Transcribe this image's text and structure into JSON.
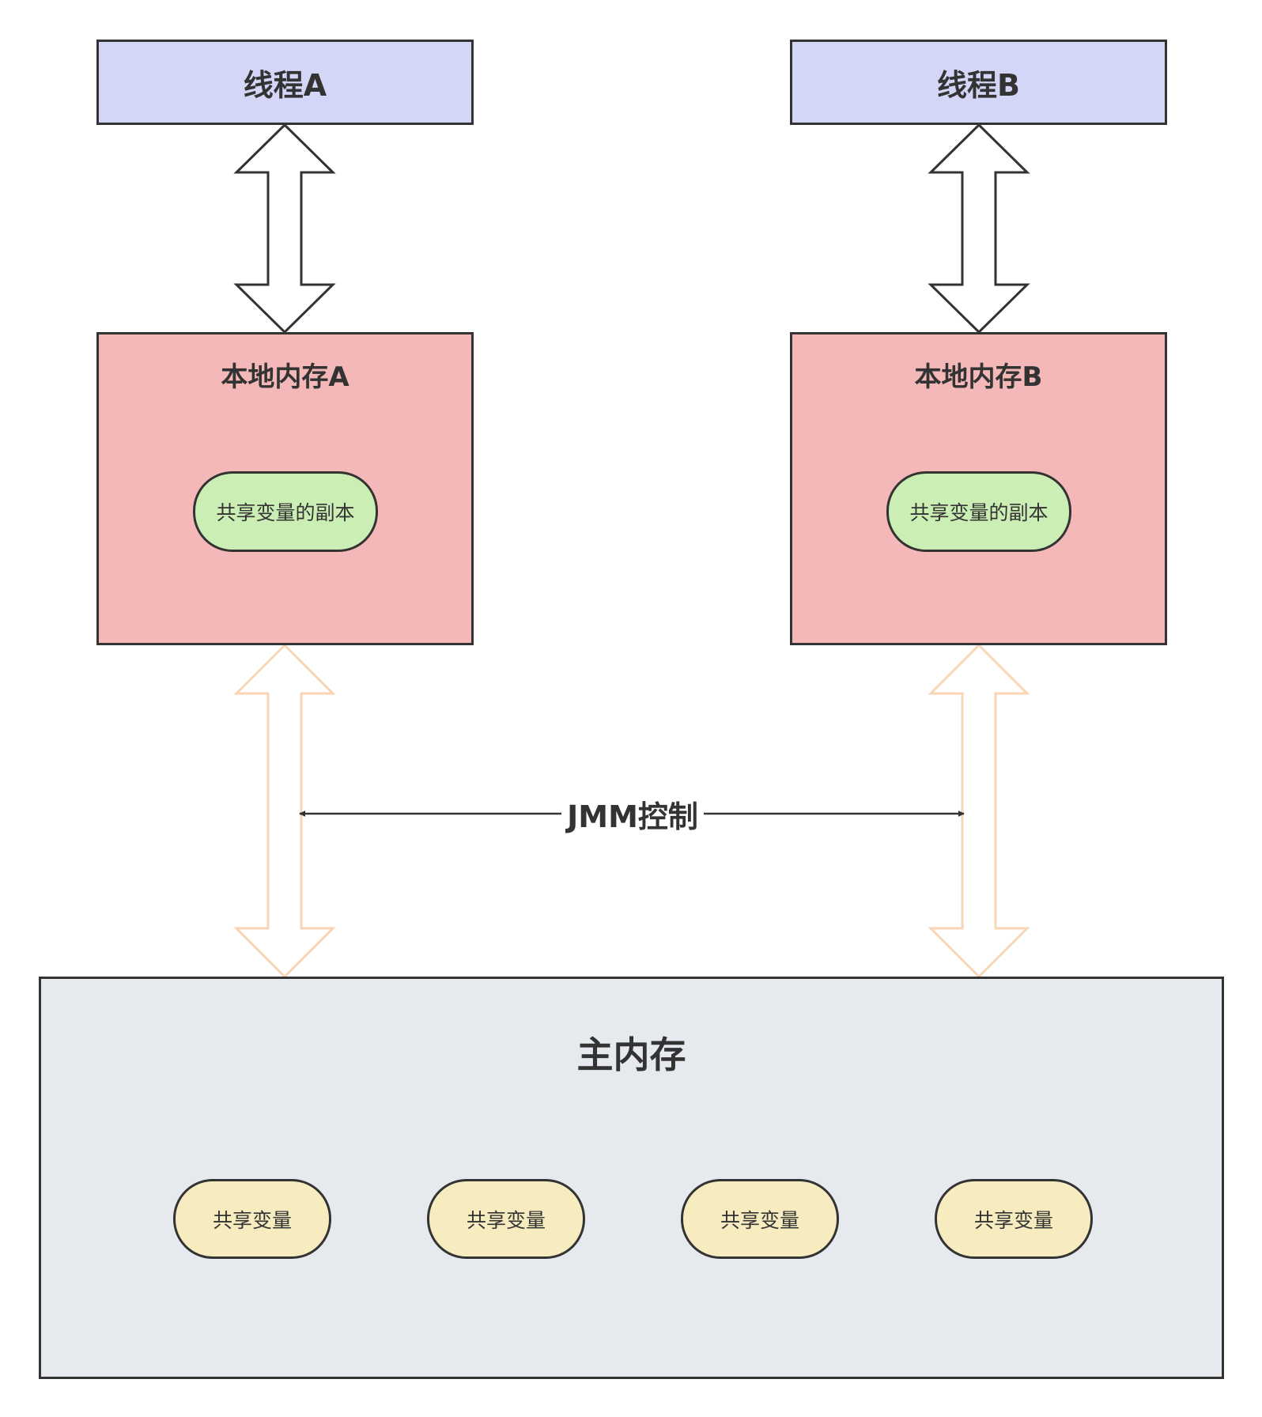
{
  "thread_a": {
    "label": "线程A"
  },
  "thread_b": {
    "label": "线程B"
  },
  "local_a": {
    "title": "本地内存A",
    "copy_label": "共享变量的副本"
  },
  "local_b": {
    "title": "本地内存B",
    "copy_label": "共享变量的副本"
  },
  "jmm": {
    "label": "JMM控制"
  },
  "main_memory": {
    "title": "主内存",
    "variables": [
      "共享变量",
      "共享变量",
      "共享变量",
      "共享变量"
    ]
  },
  "colors": {
    "thread_fill": "#d3d6f7",
    "local_fill": "#f5b8b8",
    "copy_fill": "#cbeeb4",
    "shared_fill": "#f7ecc0",
    "main_fill": "#e6eaee",
    "outline_arrow": "#333333",
    "sync_arrow": "#f8d5b4"
  }
}
